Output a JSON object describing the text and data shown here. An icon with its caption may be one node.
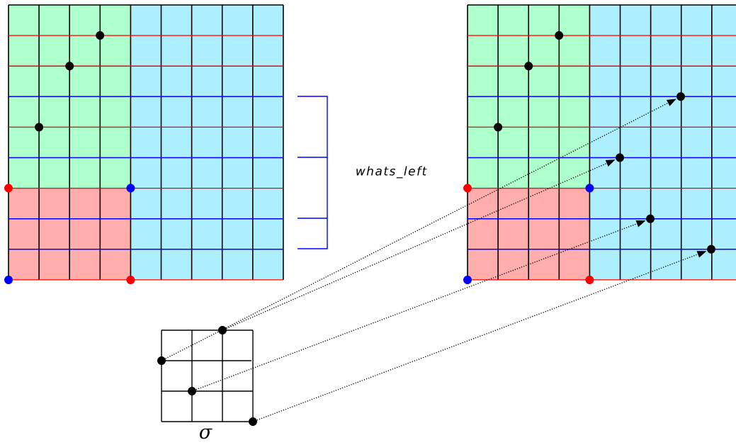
{
  "diagram": {
    "nodes": [
      {
        "text": [],
        "shape": "circle"
      },
      {
        "text": [],
        "shape": "circle"
      },
      {
        "text": [],
        "shape": "circle"
      },
      {
        "text": [],
        "shape": "circle"
      },
      {
        "text": [],
        "shape": "circle"
      },
      {
        "text": [],
        "shape": "circle"
      },
      {
        "text": [],
        "shape": "circle"
      },
      {
        "text": [],
        "shape": "circle"
      },
      {
        "text": [],
        "shape": "circle"
      },
      {
        "text": [],
        "shape": "circle"
      },
      {
        "text": [],
        "shape": "circle"
      },
      {
        "text": [],
        "shape": "circle"
      },
      {
        "text": [],
        "shape": "circle"
      },
      {
        "text": [],
        "shape": "circle"
      }
    ],
    "edges": [
      {
        "from": 11,
        "to": 4,
        "arrow": "to"
      },
      {
        "from": 10,
        "to": 7,
        "arrow": "to"
      },
      {
        "from": 12,
        "to": 8,
        "arrow": "to"
      },
      {
        "from": 13,
        "to": 9,
        "arrow": "to"
      }
    ],
    "labels": [
      "whats_left",
      "σ"
    ]
  }
}
